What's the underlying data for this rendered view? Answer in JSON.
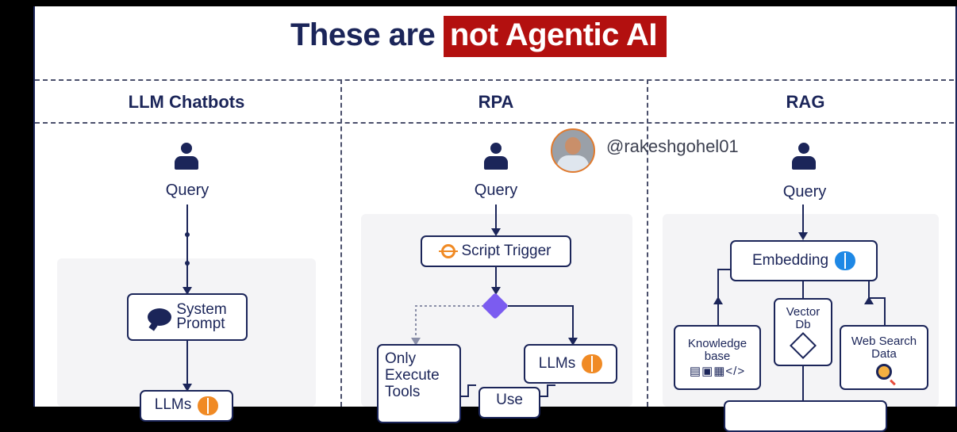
{
  "title": {
    "prefix": "These are",
    "highlight": "not Agentic AI"
  },
  "columns": [
    {
      "heading": "LLM Chatbots"
    },
    {
      "heading": "RPA"
    },
    {
      "heading": "RAG"
    }
  ],
  "handle": "@rakeshgohel01",
  "chatbots": {
    "query": "Query",
    "system_prompt_line1": "System",
    "system_prompt_line2": "Prompt",
    "llm_partial": "LLMs"
  },
  "rpa": {
    "query": "Query",
    "script_trigger": "Script Trigger",
    "only_line1": "Only",
    "only_line2": "Execute",
    "only_line3": "Tools",
    "llms": "LLMs",
    "use": "Use"
  },
  "rag": {
    "query": "Query",
    "embedding": "Embedding",
    "knowledge_line1": "Knowledge",
    "knowledge_line2": "base",
    "vector_line1": "Vector",
    "vector_line2": "Db",
    "web_line1": "Web Search",
    "web_line2": "Data",
    "kb_icons": "▤▣▦</>"
  },
  "colors": {
    "navy": "#1b2559",
    "red": "#b3100f",
    "orange": "#f08a24",
    "purple": "#7b5cf0",
    "blue": "#1e88e5"
  },
  "icons": [
    "user-icon",
    "speech-bubble-icon",
    "brain-icon",
    "script-trigger-icon",
    "cube-icon",
    "magnifier-icon",
    "avatar"
  ]
}
